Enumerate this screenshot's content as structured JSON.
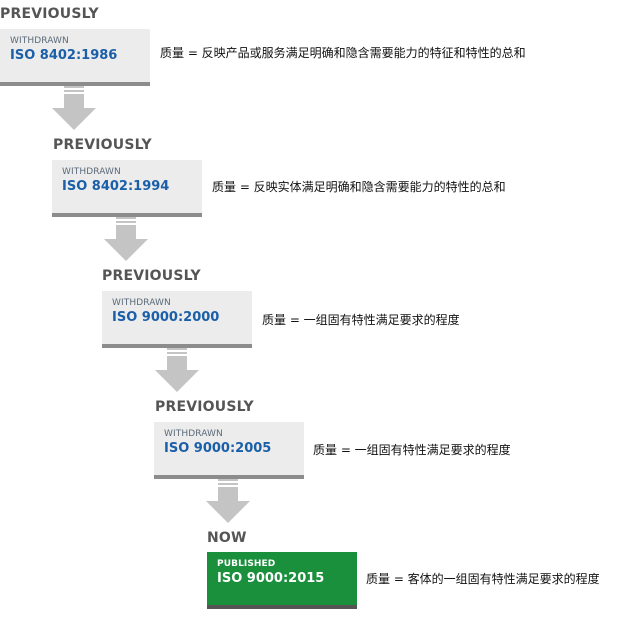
{
  "stages": [
    {
      "heading": "PREVIOUSLY",
      "status": "WITHDRAWN",
      "standard": "ISO 8402:1986",
      "definition": "质量 = 反映产品或服务满足明确和隐含需要能力的特征和特性的总和"
    },
    {
      "heading": "PREVIOUSLY",
      "status": "WITHDRAWN",
      "standard": "ISO 8402:1994",
      "definition": "质量 = 反映实体满足明确和隐含需要能力的特性的总和"
    },
    {
      "heading": "PREVIOUSLY",
      "status": "WITHDRAWN",
      "standard": "ISO 9000:2000",
      "definition": "质量 = 一组固有特性满足要求的程度"
    },
    {
      "heading": "PREVIOUSLY",
      "status": "WITHDRAWN",
      "standard": "ISO 9000:2005",
      "definition": "质量 = 一组固有特性满足要求的程度"
    },
    {
      "heading": "NOW",
      "status": "PUBLISHED",
      "standard": "ISO 9000:2015",
      "definition": "质量 = 客体的一组固有特性满足要求的程度"
    }
  ],
  "colors": {
    "withdrawn_bg": "#ececec",
    "withdrawn_border": "#8c8c8c",
    "published_bg": "#1a8f3c",
    "standard_text": "#1a5fa8",
    "arrow": "#c4c4c4"
  }
}
